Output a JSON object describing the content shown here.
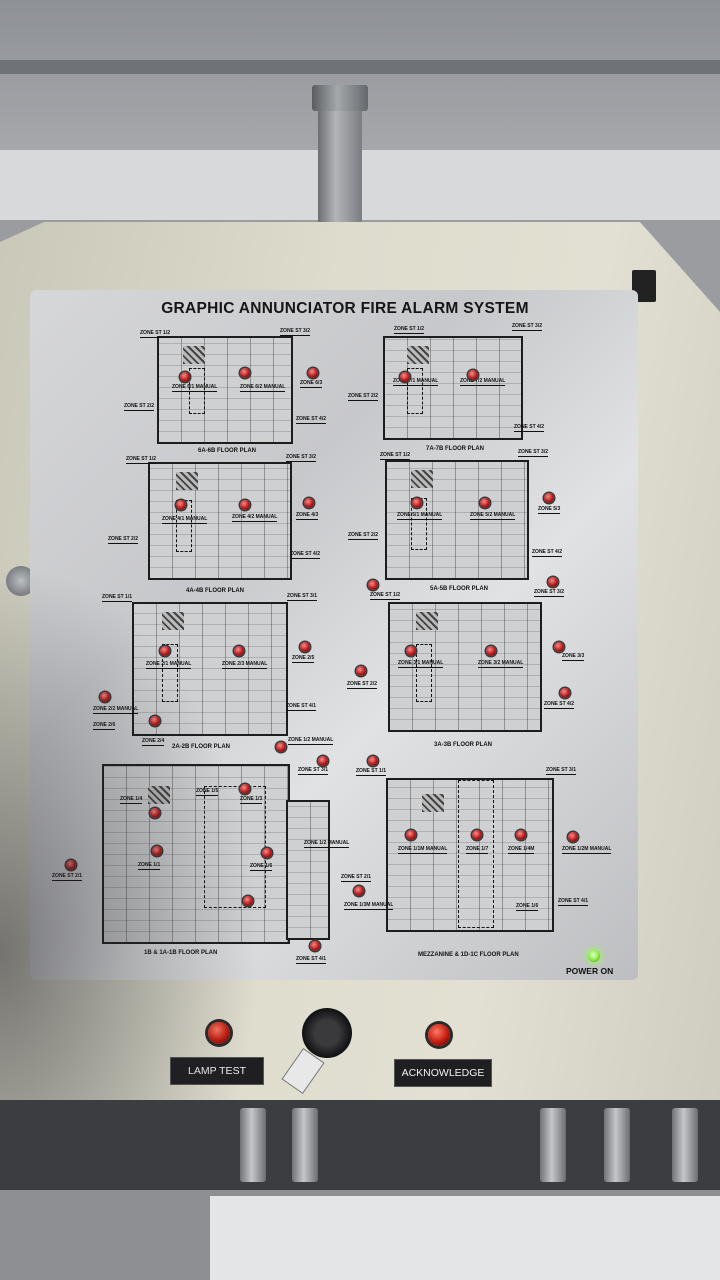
{
  "panel": {
    "title": "GRAPHIC ANNUNCIATOR FIRE ALARM SYSTEM",
    "power_label": "POWER ON"
  },
  "floor_plans": [
    {
      "label": "6A-6B FLOOR PLAN",
      "zones": [
        "ZONE ST 1/2",
        "ZONE ST 3/2",
        "ZONE 6/1 MANUAL",
        "ZONE 6/2 MANUAL",
        "ZONE 6/3",
        "ZONE ST 2/2",
        "ZONE ST 4/2"
      ]
    },
    {
      "label": "7A-7B FLOOR PLAN",
      "zones": [
        "ZONE ST 1/2",
        "ZONE ST 3/2",
        "ZONE 7/1 MANUAL",
        "ZONE 7/2 MANUAL",
        "ZONE ST 2/2",
        "ZONE ST 4/2"
      ]
    },
    {
      "label": "4A-4B FLOOR PLAN",
      "zones": [
        "ZONE ST 1/2",
        "ZONE ST 3/2",
        "ZONE 4/1 MANUAL",
        "ZONE 4/2 MANUAL",
        "ZONE 4/3",
        "ZONE ST 2/2",
        "ZONE ST 4/2"
      ]
    },
    {
      "label": "5A-5B FLOOR PLAN",
      "zones": [
        "ZONE ST 1/2",
        "ZONE ST 3/2",
        "ZONE 5/1 MANUAL",
        "ZONE 5/2 MANUAL",
        "ZONE 5/3",
        "ZONE ST 2/2",
        "ZONE ST 4/2"
      ]
    },
    {
      "label": "2A-2B FLOOR PLAN",
      "zones": [
        "ZONE ST 1/1",
        "ZONE ST 3/1",
        "ZONE 2/1 MANUAL",
        "ZONE 2/3 MANUAL",
        "ZONE 2/5",
        "ZONE 2/2 MANUAL",
        "ZONE 2/6",
        "ZONE 2/4",
        "ZONE ST 4/1"
      ]
    },
    {
      "label": "3A-3B FLOOR PLAN",
      "zones": [
        "ZONE ST 1/2",
        "ZONE ST 3/2",
        "ZONE 3/1 MANUAL",
        "ZONE 3/2 MANUAL",
        "ZONE 3/3",
        "ZONE ST 2/2",
        "ZONE ST 4/2"
      ]
    },
    {
      "label": "1B & 1A-1B FLOOR PLAN",
      "zones": [
        "ZONE 1/2 MANUAL",
        "ZONE ST 3/1",
        "ZONE 1/4",
        "ZONE 1/5",
        "ZONE 1/3",
        "ZONE 1/6",
        "ZONE 1/2 MANUAL",
        "ZONE 1/1",
        "ZONE ST 2/1",
        "ZONE ST 4/1"
      ]
    },
    {
      "label": "MEZZANINE & 1D-1C FLOOR PLAN",
      "zones": [
        "ZONE ST 1/1",
        "ZONE ST 3/1",
        "ZONE 1/1M MANUAL",
        "ZONE 1/7",
        "ZONE 1/4M",
        "ZONE 1/2M MANUAL",
        "ZONE ST 2/1",
        "ZONE 1/3M MANUAL",
        "ZONE 1/6",
        "ZONE ST 4/1"
      ]
    }
  ],
  "controls": {
    "lamp_test_label": "LAMP TEST",
    "acknowledge_label": "ACKNOWLEDGE"
  }
}
